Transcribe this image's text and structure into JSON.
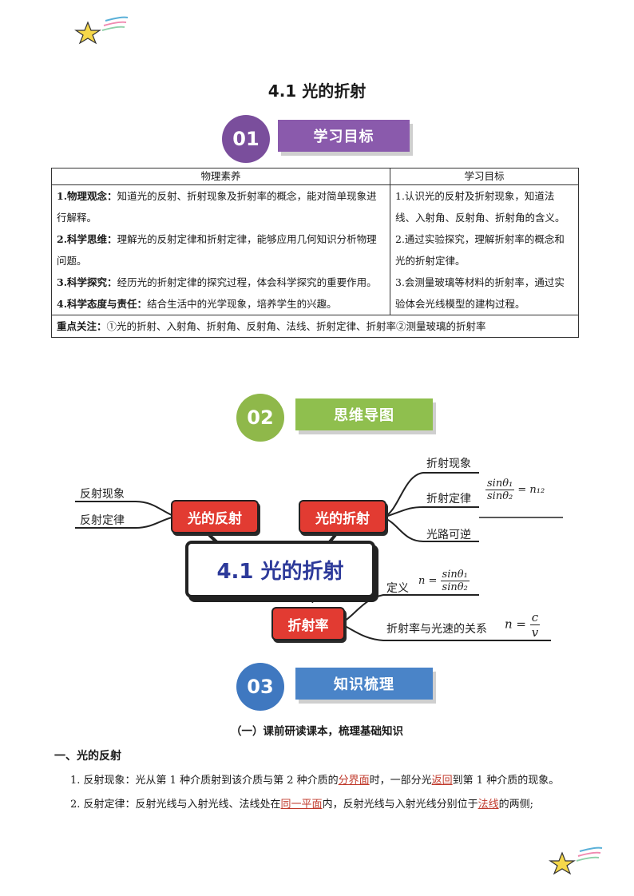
{
  "doc_title": "4.1  光的折射",
  "sections": [
    {
      "number": "01",
      "label": "学习目标",
      "circle_color": "#7a4e9c",
      "bar_color": "#8a5aac"
    },
    {
      "number": "02",
      "label": "思维导图",
      "circle_color": "#8fb84a",
      "bar_color": "#8fbf4e"
    },
    {
      "number": "03",
      "label": "知识梳理",
      "circle_color": "#3f78c0",
      "bar_color": "#4a84c8"
    }
  ],
  "table": {
    "headers": [
      "物理素养",
      "学习目标"
    ],
    "left": [
      {
        "bold": "1.物理观念：",
        "text": "知道光的反射、折射现象及折射率的概念，能对简单现象进行解释。"
      },
      {
        "bold": "2.科学思维：",
        "text": "理解光的反射定律和折射定律，能够应用几何知识分析物理问题。"
      },
      {
        "bold": "3.科学探究：",
        "text": "经历光的折射定律的探究过程，体会科学探究的重要作用。"
      },
      {
        "bold": "4.科学态度与责任：",
        "text": "结合生活中的光学现象，培养学生的兴趣。"
      }
    ],
    "right": [
      "1.认识光的反射及折射现象，知道法线、入射角、反射角、折射角的含义。",
      "2.通过实验探究，理解折射率的概念和光的折射定律。",
      "3.会测量玻璃等材料的折射率，通过实验体会光线模型的建构过程。"
    ],
    "focus_bold": "重点关注：",
    "focus_text": "①光的折射、入射角、折射角、反射角、法线、折射定律、折射率②测量玻璃的折射率"
  },
  "mindmap": {
    "center": "4.1 光的折射",
    "reflection": {
      "label": "光的反射",
      "branches": [
        "反射现象",
        "反射定律"
      ]
    },
    "refraction": {
      "label": "光的折射",
      "branches": [
        "折射现象",
        "折射定律",
        "光路可逆"
      ],
      "law_num": "sinθ₁",
      "law_den": "sinθ₂",
      "law_rhs": "= n₁₂"
    },
    "index": {
      "label": "折射率",
      "branches": [
        "定义",
        "折射率与光速的关系"
      ],
      "def_lhs": "n =",
      "def_num": "sinθ₁",
      "def_den": "sinθ₂",
      "speed_lhs": "n =",
      "speed_num": "c",
      "speed_den": "v"
    }
  },
  "subtitle": "（一）课前研读课本，梳理基础知识",
  "heading1": "一、光的反射",
  "paragraphs": [
    {
      "parts": [
        {
          "t": "1.  反射现象：光从第 1 种介质射到该介质与第 2 种介质的",
          "u": false
        },
        {
          "t": "分界面",
          "u": true
        },
        {
          "t": "时，一部分光",
          "u": false
        },
        {
          "t": "返回",
          "u": true
        },
        {
          "t": "到第 1 种介质的现象。",
          "u": false
        }
      ]
    },
    {
      "parts": [
        {
          "t": "2.  反射定律：反射光线与入射光线、法线处在",
          "u": false
        },
        {
          "t": "同一平面",
          "u": true
        },
        {
          "t": "内，反射光线与入射光线分别位于",
          "u": false
        },
        {
          "t": "法线",
          "u": true
        },
        {
          "t": "的两侧;",
          "u": false
        }
      ]
    }
  ]
}
